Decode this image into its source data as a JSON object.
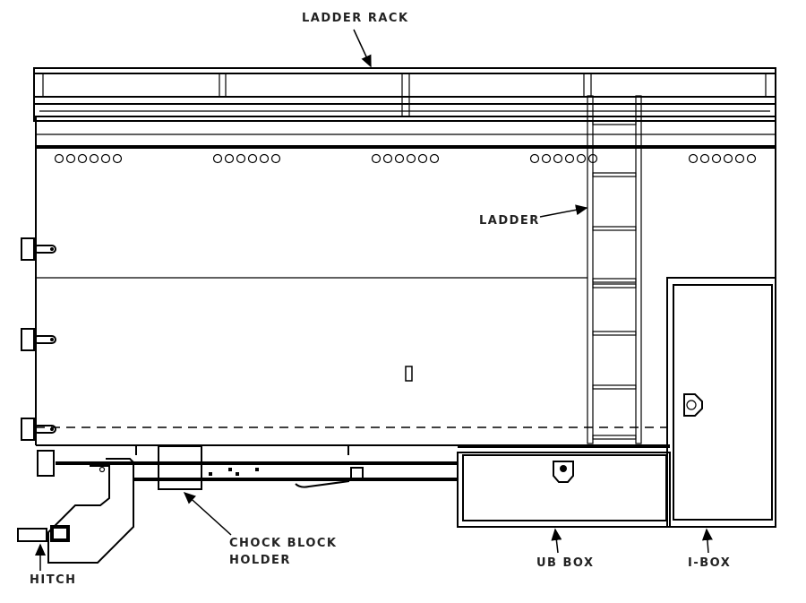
{
  "title": "Truck body side view diagram",
  "labels": {
    "ladder_rack": "LADDER RACK",
    "ladder": "LADDER",
    "chock_line1": "CHOCK BLOCK",
    "chock_line2": "HOLDER",
    "hitch": "HITCH",
    "ub_box": "UB BOX",
    "i_box": "I-BOX"
  },
  "colors": {
    "line": "#000000",
    "background": "#ffffff"
  }
}
